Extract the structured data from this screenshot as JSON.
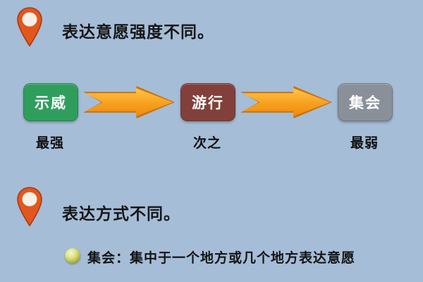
{
  "colors": {
    "background": "#a5bdd7",
    "pin_body": "#e2571d",
    "pin_stroke": "#a83a10",
    "pin_inner": "#f6f1e8",
    "arrow_fill": "#f7a01f",
    "arrow_outline": "#c9720e",
    "node_demonstration": "#2f9e5c",
    "node_parade": "#82403b",
    "node_assembly": "#8a9099"
  },
  "section_strength": {
    "title": "表达意愿强度不同。",
    "nodes": [
      {
        "label": "示威",
        "rank": "最强",
        "color": "#2f9e5c"
      },
      {
        "label": "游行",
        "rank": "次之",
        "color": "#82403b"
      },
      {
        "label": "集会",
        "rank": "最弱",
        "color": "#8a9099"
      }
    ]
  },
  "section_method": {
    "title": "表达方式不同。",
    "item": {
      "icon": "sphere-icon",
      "text": "集会：集中于一个地方或几个地方表达意愿"
    }
  }
}
